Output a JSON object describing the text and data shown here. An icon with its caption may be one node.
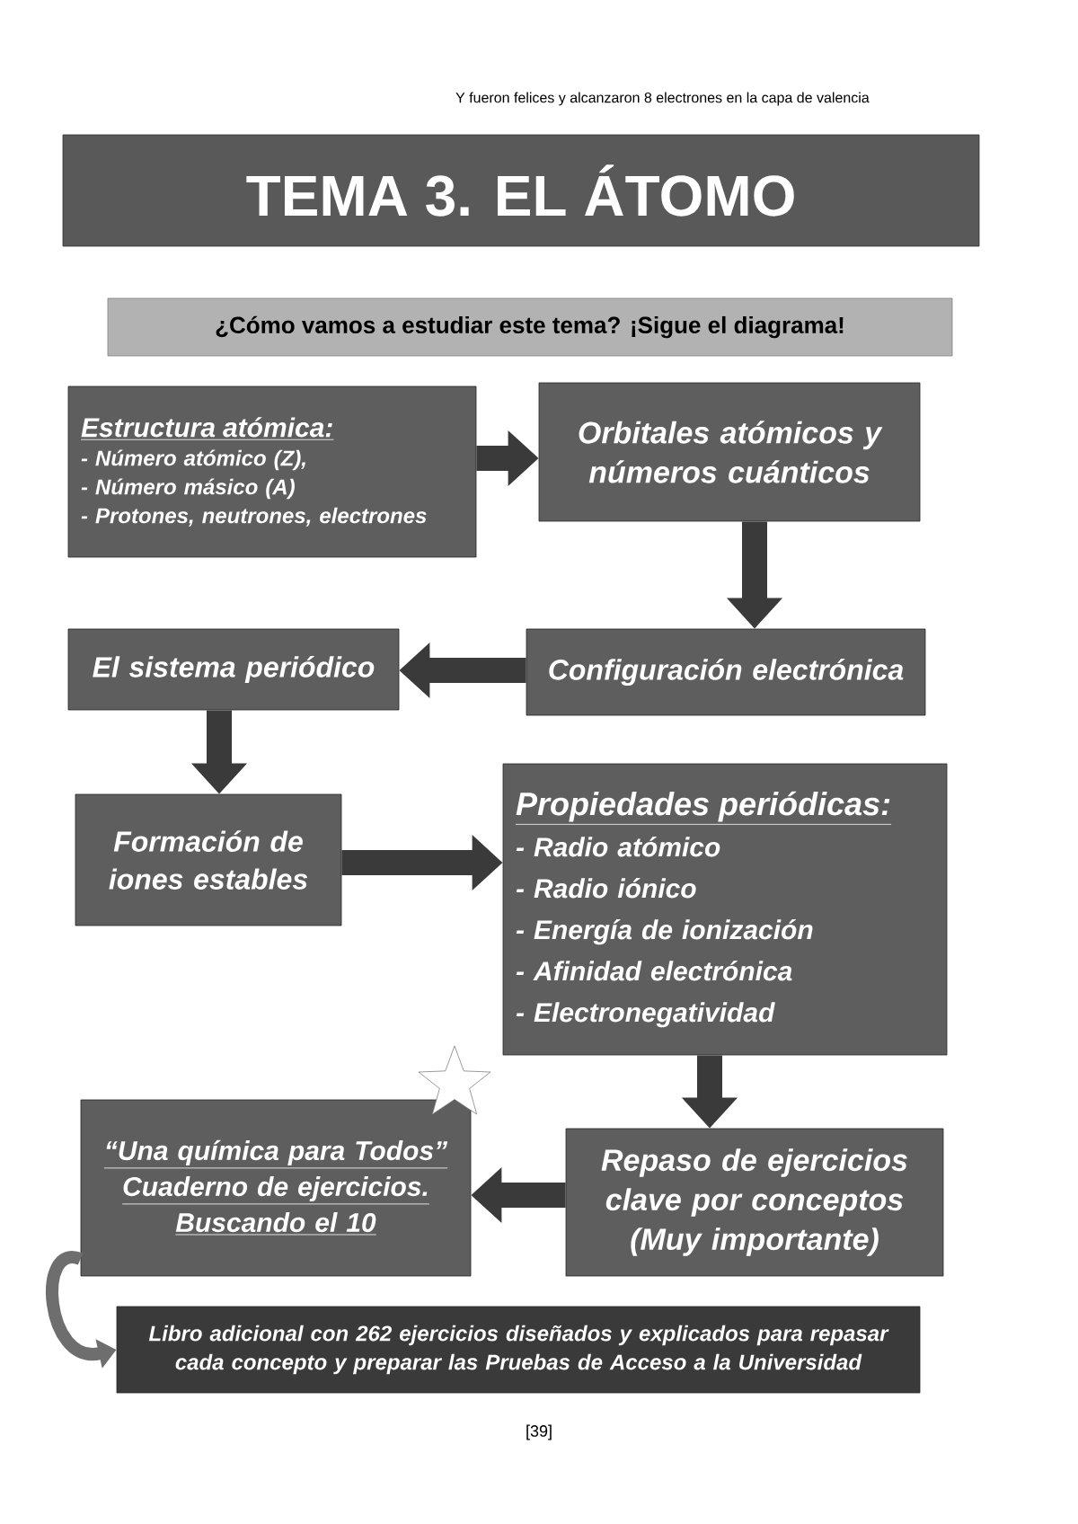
{
  "diagram": {
    "title": "TEMA 3. EL ÁTOMO",
    "nodes": [
      {
        "text": [
          "Estructura atómica:",
          "- Número atómico (Z),",
          "- Número másico (A)",
          "- Protones, neutrones, electrones"
        ]
      },
      {
        "text": [
          "Orbitales atómicos y números cuánticos"
        ]
      },
      {
        "text": [
          "Configuración electrónica"
        ]
      },
      {
        "text": [
          "El sistema periódico"
        ]
      },
      {
        "text": [
          "Formación de iones estables"
        ]
      },
      {
        "text": [
          "Propiedades periódicas:",
          "- Radio atómico",
          "- Radio iónico",
          "- Energía de ionización",
          "- Afinidad electrónica",
          "- Electronegatividad"
        ]
      },
      {
        "text": [
          "Repaso de ejercicios clave por conceptos (Muy importante)"
        ]
      },
      {
        "text": [
          "“Una química para Todos”",
          "Cuaderno de ejercicios.",
          "Buscando el 10"
        ]
      },
      {
        "text": [
          "Libro adicional con 262 ejercicios diseñados y explicados para repasar cada concepto y preparar las Pruebas de Acceso a la Universidad"
        ]
      },
      {
        "text": [],
        "shape": "star"
      }
    ],
    "edges": [
      {
        "from": 0,
        "to": 1,
        "arrow": "to"
      },
      {
        "from": 1,
        "to": 2,
        "arrow": "to"
      },
      {
        "from": 2,
        "to": 3,
        "arrow": "to"
      },
      {
        "from": 3,
        "to": 4,
        "arrow": "to"
      },
      {
        "from": 4,
        "to": 5,
        "arrow": "to"
      },
      {
        "from": 5,
        "to": 6,
        "arrow": "to"
      },
      {
        "from": 6,
        "to": 7,
        "arrow": "to"
      },
      {
        "from": 7,
        "to": 8,
        "arrow": "to",
        "color": "#6e6e6e"
      }
    ],
    "labels": [
      "Y fueron felices y alcanzaron 8 electrones en la capa de valencia",
      "¿Cómo vamos a estudiar este tema? ¡Sigue el diagrama!",
      "[39]"
    ]
  }
}
